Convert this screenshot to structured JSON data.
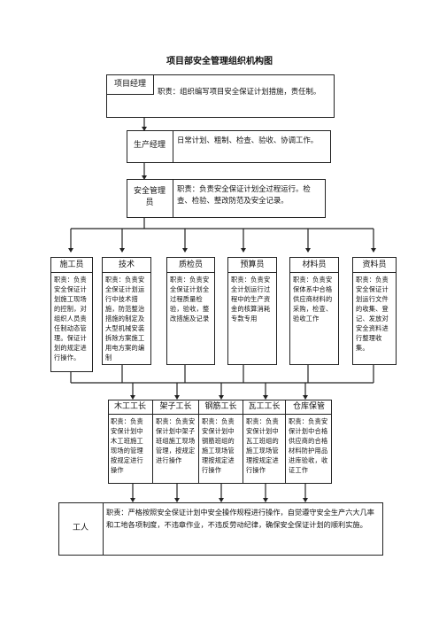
{
  "title": "项目部安全管理组织机构图",
  "top_boxes": [
    {
      "label": "项目经理",
      "duty": "职责：组织编写项目安全保证计划措施，责任制。"
    },
    {
      "label": "生产经理",
      "duty": "日常计划、粗制、检查、验收、协调工作。"
    },
    {
      "label": "安全管理员",
      "duty": "职责：负责安全保证计划全过程运行。检查、检验、整改防范及安全记录。"
    }
  ],
  "departments": [
    {
      "label": "施工员",
      "duty": "职责：负责安全保证计划施工现场的控制，对组织人员责任制动态管理。保证计划的规定进行操作。"
    },
    {
      "label": "技术",
      "duty": "职责：负责安全保证计划运行中技术措施，防范整治措施的制定及大型机械安装拆除方案施工用电方案的编制"
    },
    {
      "label": "质检员",
      "duty": "职责：负责安全保证计划全过程质量检验，验收，整改措施及记录"
    },
    {
      "label": "预算员",
      "duty": "职责：负责安全计划运行过程中的生产资金的核算消耗专款专用"
    },
    {
      "label": "材料员",
      "duty": "职责：负责安保体系中合格供应商材料的采购，检查、验收工作"
    },
    {
      "label": "资料员",
      "duty": "职责：负责安全保证计划运行文件的收集、登记、发放对安全资料进行整理收集。"
    }
  ],
  "foremen": [
    {
      "label": "木工工长",
      "duty": "职责：负责安保计划中木工班施工现场的管理按规定进行操作"
    },
    {
      "label": "架子工长",
      "duty": "职责：负责安保计划中架子班组施工现场管理，按规定进行操作"
    },
    {
      "label": "钢筋工长",
      "duty": "职责：负责安保计划中钢筋班组的施工现场管理按规定进行操作"
    },
    {
      "label": "瓦工工长",
      "duty": "职责：负责安保计划中瓦工班组的施工现场管理按规定进行操作"
    },
    {
      "label": "仓库保管",
      "duty": "职责：负责安保计划中合格供应商的合格材料防护用品进库验收，收证工作"
    }
  ],
  "workers": {
    "label": "工人",
    "duty": "职责：严格按照安全保证计划中安全操作规程进行操作，自觉遵守安全生产六大几率和工地各项制度，不违章作业，不违反劳动纪律，确保安全保证计划的顺利实施。"
  }
}
